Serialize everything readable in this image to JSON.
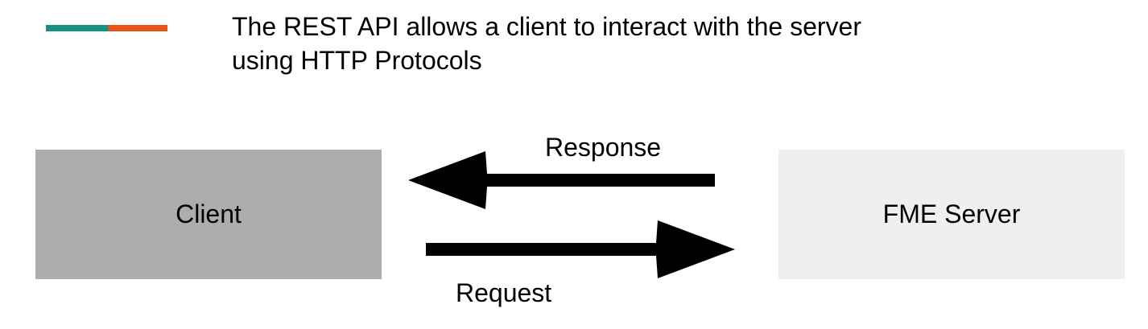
{
  "header": {
    "line1": "The REST API allows a client to interact with the server",
    "line2": "using HTTP Protocols"
  },
  "colors": {
    "accent_teal": "#1a8f7f",
    "accent_orange": "#e5541c",
    "client_box": "#adadad",
    "server_box": "#efefef",
    "arrow": "#000000"
  },
  "diagram": {
    "client_label": "Client",
    "server_label": "FME Server",
    "response_label": "Response",
    "request_label": "Request"
  }
}
